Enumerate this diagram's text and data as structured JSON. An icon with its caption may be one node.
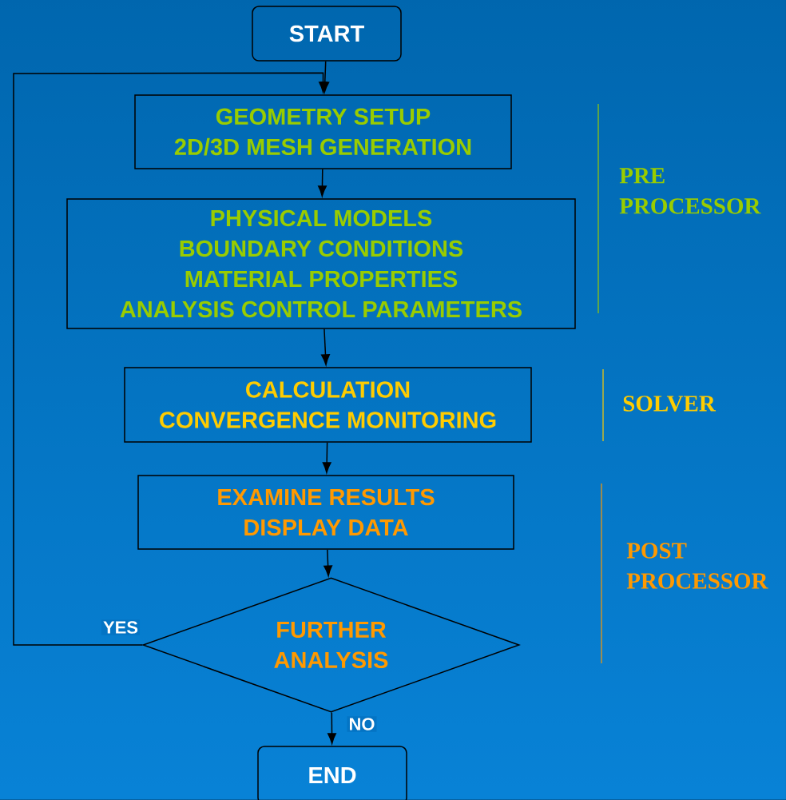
{
  "diagram": {
    "nodes": [
      {
        "text": [
          "START"
        ]
      },
      {
        "text": [
          "GEOMETRY SETUP",
          "2D/3D MESH GENERATION"
        ]
      },
      {
        "text": [
          "PHYSICAL MODELS",
          "BOUNDARY CONDITIONS",
          "MATERIAL PROPERTIES",
          "ANALYSIS CONTROL PARAMETERS"
        ]
      },
      {
        "text": [
          "CALCULATION",
          "CONVERGENCE MONITORING"
        ]
      },
      {
        "text": [
          "EXAMINE RESULTS",
          "DISPLAY DATA"
        ]
      },
      {
        "text": [
          "FURTHER ANALYSIS"
        ]
      },
      {
        "text": [
          "END"
        ]
      }
    ],
    "edges": [
      {
        "from": 0,
        "to": 1,
        "arrow": "to"
      },
      {
        "from": 1,
        "to": 2,
        "arrow": "to"
      },
      {
        "from": 2,
        "to": 3,
        "arrow": "to"
      },
      {
        "from": 3,
        "to": 4,
        "arrow": "to"
      },
      {
        "from": 4,
        "to": 5,
        "arrow": "to"
      },
      {
        "from": 5,
        "to": 1,
        "arrow": "to",
        "label": "YES"
      },
      {
        "from": 5,
        "to": 6,
        "arrow": "to",
        "label": "NO"
      }
    ],
    "labels": [
      "PRE PROCESSOR",
      "SOLVER",
      "POST PROCESSOR"
    ]
  }
}
